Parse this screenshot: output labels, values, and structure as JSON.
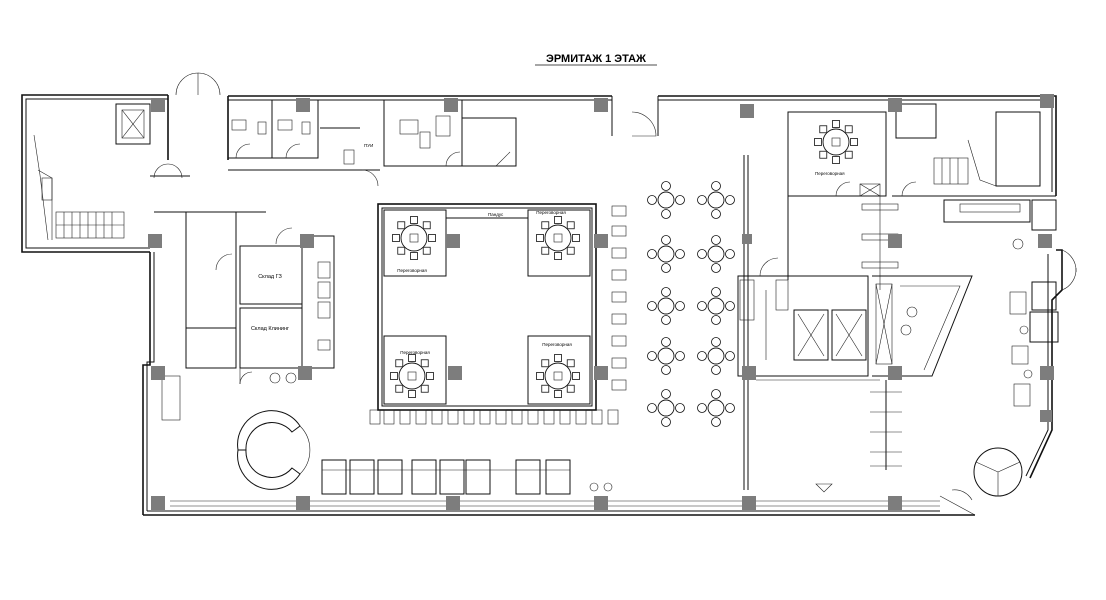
{
  "title": "ЭРМИТАЖ 1 ЭТАЖ",
  "labels": {
    "pui": "ПУИ",
    "ramp": "Пандус",
    "storage_gz": "Склад ГЗ",
    "storage_cleaning": "Склад Клининг",
    "meeting_room": "Переговорная"
  },
  "colors": {
    "wall": "#111111",
    "column": "#7d7d7d"
  }
}
